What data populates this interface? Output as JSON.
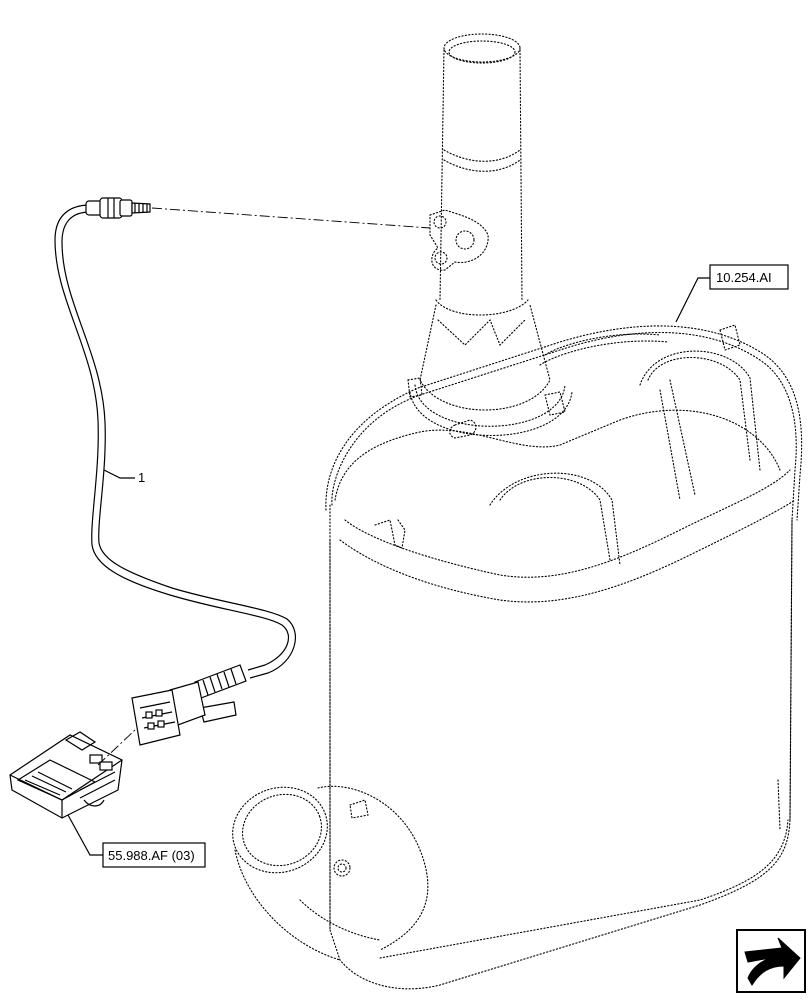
{
  "callouts": {
    "part_1": "1",
    "ref_muffler": "10.254.AI",
    "ref_module": "55.988.AF (03)"
  },
  "icons": {
    "navigation": "return-arrow-icon"
  }
}
